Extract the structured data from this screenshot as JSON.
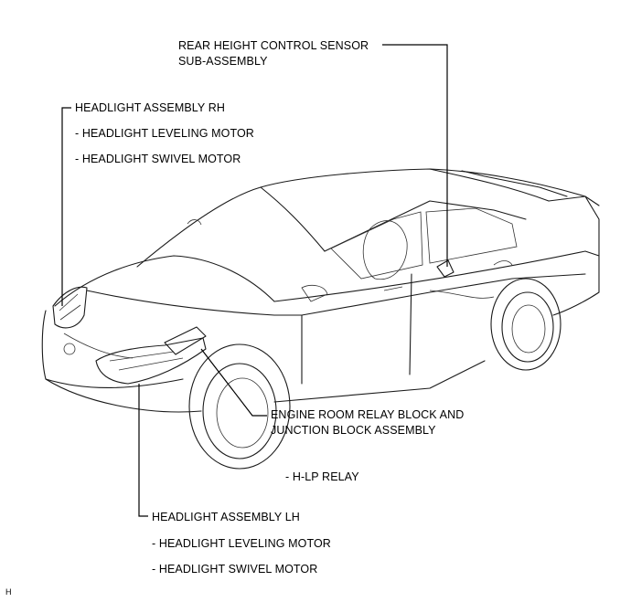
{
  "labels": {
    "rear_sensor_line1": "REAR HEIGHT CONTROL SENSOR",
    "rear_sensor_line2": "SUB-ASSEMBLY",
    "headlight_rh": "HEADLIGHT ASSEMBLY RH",
    "rh_leveling_motor": "- HEADLIGHT LEVELING MOTOR",
    "rh_swivel_motor": "- HEADLIGHT SWIVEL MOTOR",
    "engine_room_line1": "ENGINE ROOM RELAY BLOCK AND",
    "engine_room_line2": "JUNCTION BLOCK ASSEMBLY",
    "hlp_relay": "- H-LP RELAY",
    "headlight_lh": "HEADLIGHT ASSEMBLY LH",
    "lh_leveling_motor": "- HEADLIGHT LEVELING MOTOR",
    "lh_swivel_motor": "- HEADLIGHT SWIVEL MOTOR",
    "figure_code": "H"
  }
}
